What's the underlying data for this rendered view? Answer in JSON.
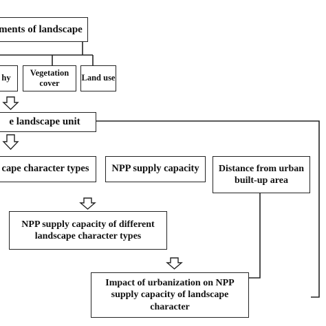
{
  "nodes": {
    "elements": "ments of landscape",
    "topography": "hy",
    "vegetation": "Vegetation cover",
    "land_use": "Land use",
    "unit": "e landscape unit",
    "types": "cape character types",
    "npp_supply": "NPP supply capacity",
    "distance": "Distance from urban built-up area",
    "npp_types": "NPP supply capacity of different landscape character types",
    "impact": "Impact of urbanization on NPP supply capacity of landscape character"
  },
  "colors": {
    "line": "#222222",
    "text": "#111111",
    "background": "#ffffff"
  }
}
